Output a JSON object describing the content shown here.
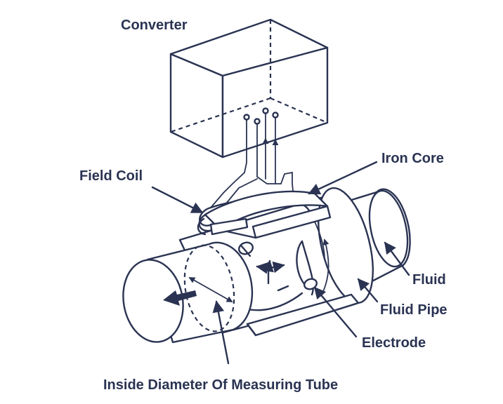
{
  "labels": {
    "converter": "Converter",
    "iron_core": "Iron Core",
    "field_coil": "Field Coil",
    "fluid": "Fluid",
    "fluid_pipe": "Fluid Pipe",
    "electrode": "Electrode",
    "inside_diameter": "Inside Diameter Of Measuring Tube"
  },
  "colors": {
    "ink": "#2a3352",
    "background": "#ffffff"
  }
}
